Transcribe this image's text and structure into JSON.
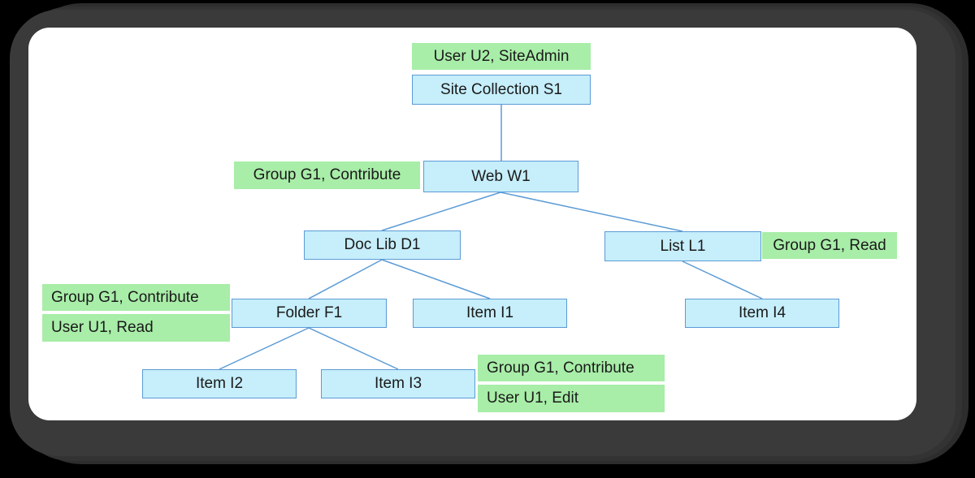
{
  "diagram": {
    "description": "SharePoint permission hierarchy diagram",
    "nodes": {
      "site_collection": {
        "label": "Site Collection S1"
      },
      "web": {
        "label": "Web W1"
      },
      "doclib": {
        "label": "Doc Lib D1"
      },
      "list": {
        "label": "List L1"
      },
      "folder": {
        "label": "Folder F1"
      },
      "item_i1": {
        "label": "Item I1"
      },
      "item_i2": {
        "label": "Item I2"
      },
      "item_i3": {
        "label": "Item I3"
      },
      "item_i4": {
        "label": "Item I4"
      }
    },
    "permissions": {
      "site_admin": {
        "label": "User U2, SiteAdmin",
        "attached_to": "site_collection"
      },
      "web_contribute": {
        "label": "Group G1, Contribute",
        "attached_to": "web"
      },
      "list_read": {
        "label": "Group G1, Read",
        "attached_to": "list"
      },
      "folder_contribute": {
        "label": "Group G1, Contribute",
        "attached_to": "folder"
      },
      "folder_read": {
        "label": "User U1, Read",
        "attached_to": "folder"
      },
      "item3_contribute": {
        "label": "Group G1, Contribute",
        "attached_to": "item_i3"
      },
      "item3_edit": {
        "label": "User U1, Edit",
        "attached_to": "item_i3"
      }
    },
    "edges": [
      [
        "site_collection",
        "web"
      ],
      [
        "web",
        "doclib"
      ],
      [
        "web",
        "list"
      ],
      [
        "doclib",
        "folder"
      ],
      [
        "doclib",
        "item_i1"
      ],
      [
        "list",
        "item_i4"
      ],
      [
        "folder",
        "item_i2"
      ],
      [
        "folder",
        "item_i3"
      ]
    ],
    "colors": {
      "node_fill": "#c6eefb",
      "node_border": "#5b9bd5",
      "permission_fill": "#a8eda8",
      "connector": "#5b9bd5",
      "canvas_bg": "#ffffff",
      "frame_bg": "#3a3a3a",
      "page_bg": "#000000"
    }
  }
}
